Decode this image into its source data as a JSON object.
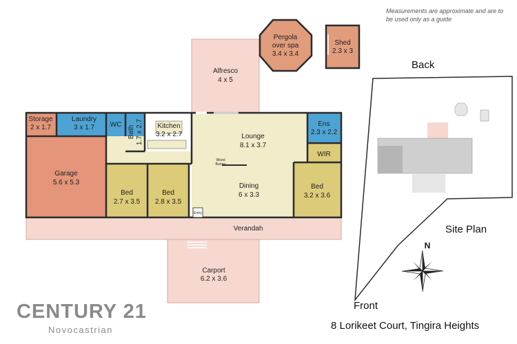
{
  "disclaimer": "Measurements are approximate and are to be used only as a guide",
  "rooms": {
    "pergola": {
      "name": "Pergola",
      "line2": "over spa",
      "size": "3.4 x 3.4"
    },
    "shed": {
      "name": "Shed",
      "size": "2.3 x 3"
    },
    "alfresco": {
      "name": "Alfresco",
      "size": "4 x 5"
    },
    "storage": {
      "name": "Storage",
      "size": "2 x 1.7"
    },
    "laundry": {
      "name": "Laundry",
      "size": "3 x 1.7"
    },
    "wc": {
      "name": "WC"
    },
    "bath": {
      "name": "Bath",
      "size": "1.7 x 2.7"
    },
    "kitchen": {
      "name": "Kitchen",
      "size": "3.2 x 2.7"
    },
    "lounge": {
      "name": "Lounge",
      "size": "8.1 x 3.7"
    },
    "ens": {
      "name": "Ens",
      "size": "2.3 x 2.2"
    },
    "wir": {
      "name": "WIR"
    },
    "garage": {
      "name": "Garage",
      "size": "5.6 x 5.3"
    },
    "bed1": {
      "name": "Bed",
      "size": "2.7 x 3.5"
    },
    "bed2": {
      "name": "Bed",
      "size": "2.8 x 3.5"
    },
    "dining": {
      "name": "Dining",
      "size": "6 x 3.3"
    },
    "bed3": {
      "name": "Bed",
      "size": "3.2 x 3.6"
    },
    "verandah": {
      "name": "Verandah"
    },
    "carport": {
      "name": "Carport",
      "size": "6.2 x 3.6"
    },
    "burner": {
      "line1": "Wood",
      "line2": "Burner"
    },
    "entry": {
      "name": "Entry"
    }
  },
  "site": {
    "back": "Back",
    "front": "Front",
    "title": "Site Plan",
    "compass": "N"
  },
  "brand": {
    "name": "CENTURY 21",
    "office": "Novocastrian"
  },
  "address": "8 Lorikeet Court, Tingira Heights",
  "colors": {
    "wall": "#2b2b2b",
    "living": "#f1ecc9",
    "bedroom": "#dccb78",
    "wet": "#4da3d4",
    "garage": "#e4957a",
    "outdoor": "#f6d8d0",
    "shed": "#e19c7c",
    "brand": "#8a8a8a"
  }
}
